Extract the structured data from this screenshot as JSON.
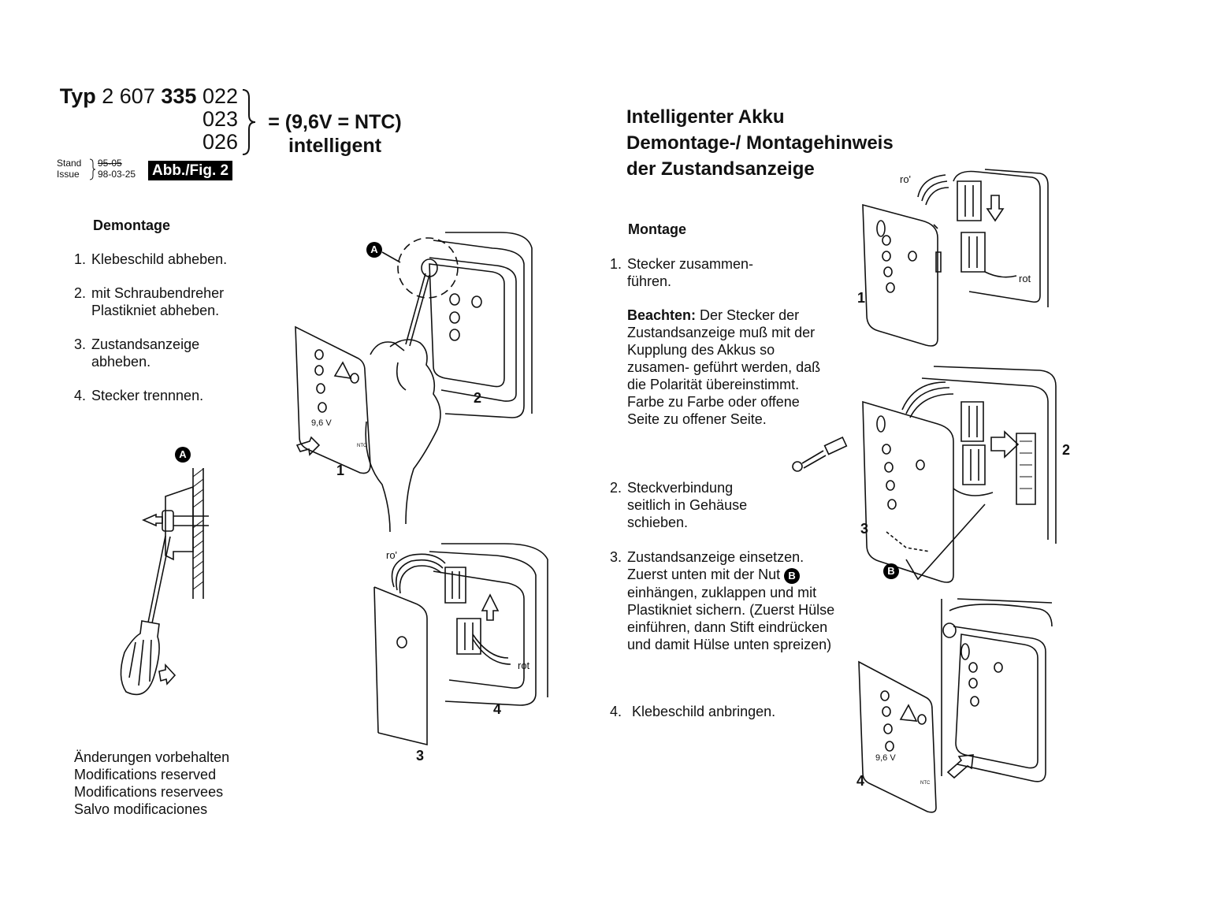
{
  "header": {
    "typ_label": "Typ",
    "typ_prefix": "2 607",
    "typ_bold": "335",
    "variants": [
      "022",
      "023",
      "026"
    ],
    "formula_line1": "= (9,6V = NTC)",
    "formula_line2": "intelligent",
    "stand_label": "Stand",
    "issue_label": "Issue",
    "stand_old": "95-05",
    "issue_date": "98-03-25",
    "fig_badge": "Abb./Fig. 2"
  },
  "right_heading": {
    "line1": "Intelligenter Akku",
    "line2": "Demontage-/ Montagehinweis",
    "line3": "der Zustandsanzeige"
  },
  "demontage": {
    "title": "Demontage",
    "steps": [
      {
        "n": "1.",
        "text": "Klebeschild abheben."
      },
      {
        "n": "2.",
        "text": "mit Schraubendreher Plastikniet abheben."
      },
      {
        "n": "3.",
        "text": "Zustandsanzeige abheben."
      },
      {
        "n": "4.",
        "text": "Stecker trennnen."
      }
    ]
  },
  "montage": {
    "title": "Montage",
    "step1": {
      "n": "1.",
      "text": "Stecker zusammen- führen."
    },
    "note_bold": "Beachten:",
    "note_text": "Der Stecker der Zustandsanzeige muß mit der Kupplung des Akkus so zusamen- geführt werden, daß die Polarität übereinstimmt. Farbe zu Farbe oder offene Seite zu offener Seite.",
    "step2": {
      "n": "2.",
      "text": "Steckverbindung seitlich in Gehäuse schieben."
    },
    "step3": {
      "n": "3.",
      "text_a": "Zustandsanzeige einsetzen. Zuerst unten mit der Nut",
      "marker": "B",
      "text_b": "einhängen, zuklappen und mit Plastikniet sichern. (Zuerst Hülse einführen, dann Stift eindrücken und damit Hülse unten spreizen)"
    },
    "step4": {
      "n": "4.",
      "text": "Klebeschild anbringen."
    }
  },
  "footer_notes": [
    "Änderungen vorbehalten",
    "Modifications reserved",
    "Modifications reservees",
    "Salvo modificaciones"
  ],
  "figure_labels": {
    "left_fig_1": "1",
    "left_fig_2": "2",
    "left_fig_3": "3",
    "left_fig_4": "4",
    "right_fig_1": "1",
    "right_fig_2": "2",
    "right_fig_3": "3",
    "right_fig_4": "4",
    "marker_a": "A",
    "marker_b": "B",
    "wire_red_top": "ro'",
    "wire_red_bottom": "rot",
    "wire_red_top_r": "ro'",
    "wire_red_bottom_r": "rot",
    "voltage_label": "9,6 V",
    "ntc_label": "NTC"
  }
}
